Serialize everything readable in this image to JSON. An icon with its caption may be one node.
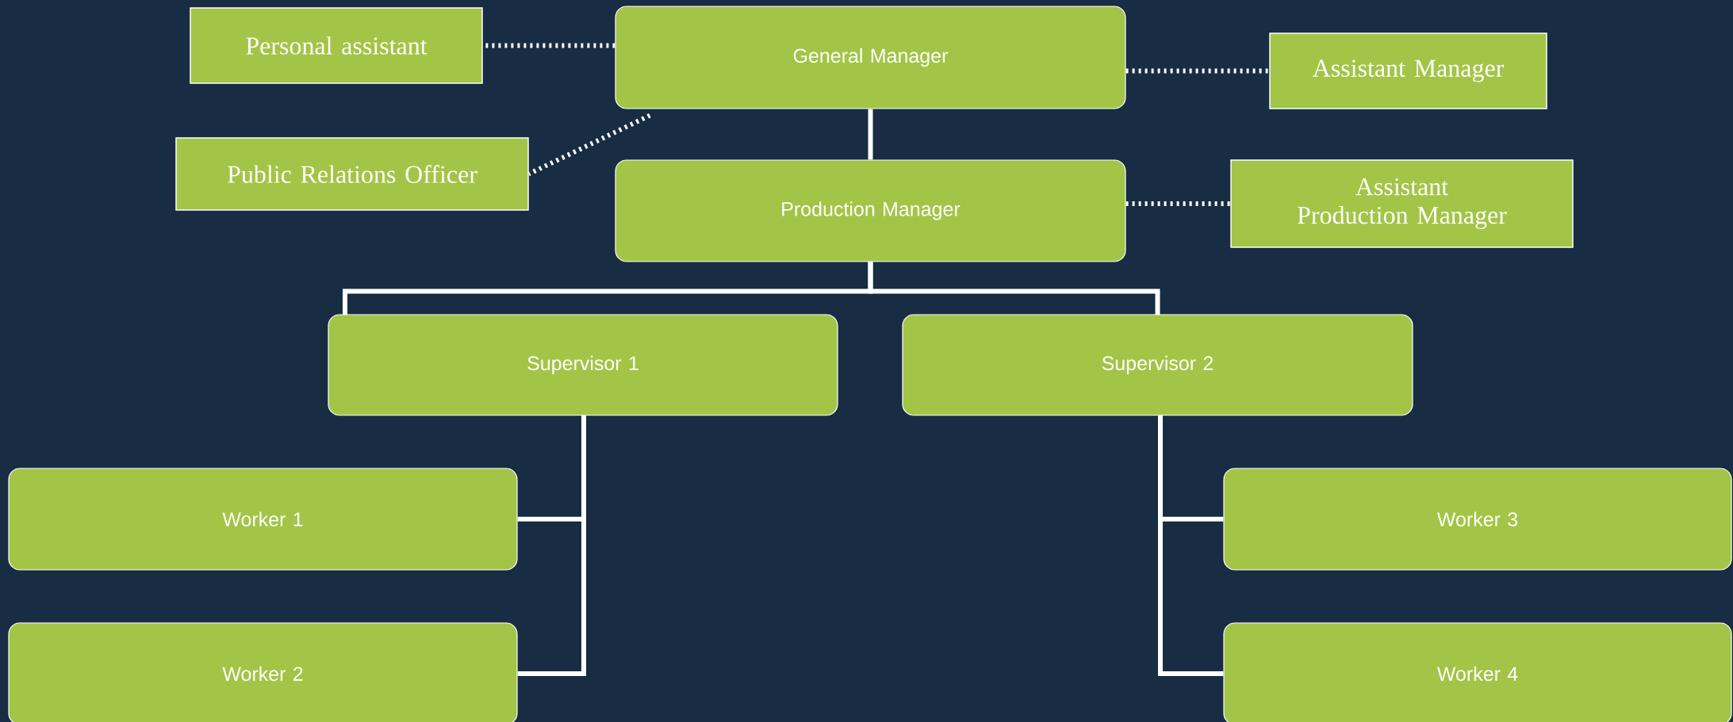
{
  "diagram": {
    "nodes": [
      {
        "text": [
          "Personal assistant"
        ]
      },
      {
        "text": [
          "General Manager"
        ]
      },
      {
        "text": [
          "Assistant Manager"
        ]
      },
      {
        "text": [
          "Public Relations Officer"
        ]
      },
      {
        "text": [
          "Production Manager"
        ]
      },
      {
        "text": [
          "Assistant Production Manager"
        ]
      },
      {
        "text": [
          "Supervisor 1"
        ]
      },
      {
        "text": [
          "Supervisor 2"
        ]
      },
      {
        "text": [
          "Worker 1"
        ]
      },
      {
        "text": [
          "Worker 2"
        ]
      },
      {
        "text": [
          "Worker 3"
        ]
      },
      {
        "text": [
          "Worker 4"
        ]
      }
    ],
    "edges": [
      {
        "from": 1,
        "to": 0,
        "arrow": "none",
        "style": "dashed"
      },
      {
        "from": 1,
        "to": 2,
        "arrow": "none",
        "style": "dashed"
      },
      {
        "from": 1,
        "to": 3,
        "arrow": "none",
        "style": "dashed"
      },
      {
        "from": 1,
        "to": 4,
        "arrow": "none"
      },
      {
        "from": 4,
        "to": 5,
        "arrow": "none",
        "style": "dashed"
      },
      {
        "from": 4,
        "to": 6,
        "arrow": "none"
      },
      {
        "from": 4,
        "to": 7,
        "arrow": "none"
      },
      {
        "from": 6,
        "to": 8,
        "arrow": "none"
      },
      {
        "from": 6,
        "to": 9,
        "arrow": "none"
      },
      {
        "from": 7,
        "to": 10,
        "arrow": "none"
      },
      {
        "from": 7,
        "to": 11,
        "arrow": "none"
      }
    ]
  }
}
